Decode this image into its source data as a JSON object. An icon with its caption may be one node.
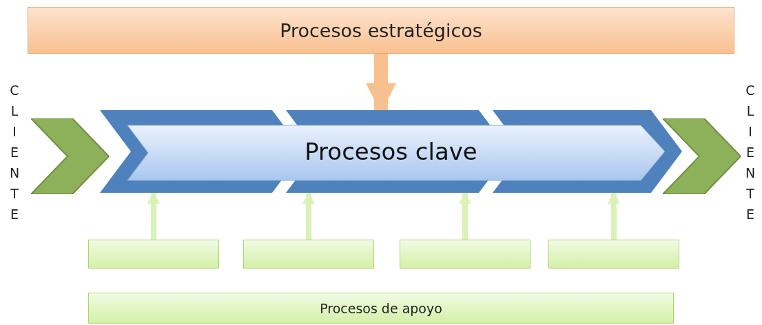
{
  "diagram": {
    "nodes": [
      {
        "text": [
          "Procesos estratégicos"
        ]
      },
      {
        "text": [
          "CLIENTE"
        ]
      },
      {
        "text": [],
        "shape": "chevron"
      },
      {
        "text": [
          "Procesos clave"
        ]
      },
      {
        "text": [],
        "shape": "chevron"
      },
      {
        "text": [
          "CLIENTE"
        ]
      },
      {
        "text": [],
        "shape": "box"
      },
      {
        "text": [],
        "shape": "box"
      },
      {
        "text": [],
        "shape": "box"
      },
      {
        "text": [],
        "shape": "box"
      },
      {
        "text": [
          "Procesos de apoyo"
        ]
      }
    ],
    "edges": [
      {
        "from": 0,
        "to": 3,
        "arrow": "to",
        "style": "thick",
        "color": "#f9c08f"
      },
      {
        "from": 6,
        "to": 3,
        "arrow": "to"
      },
      {
        "from": 7,
        "to": 3,
        "arrow": "to"
      },
      {
        "from": 8,
        "to": 3,
        "arrow": "to"
      },
      {
        "from": 9,
        "to": 3,
        "arrow": "to"
      }
    ]
  }
}
